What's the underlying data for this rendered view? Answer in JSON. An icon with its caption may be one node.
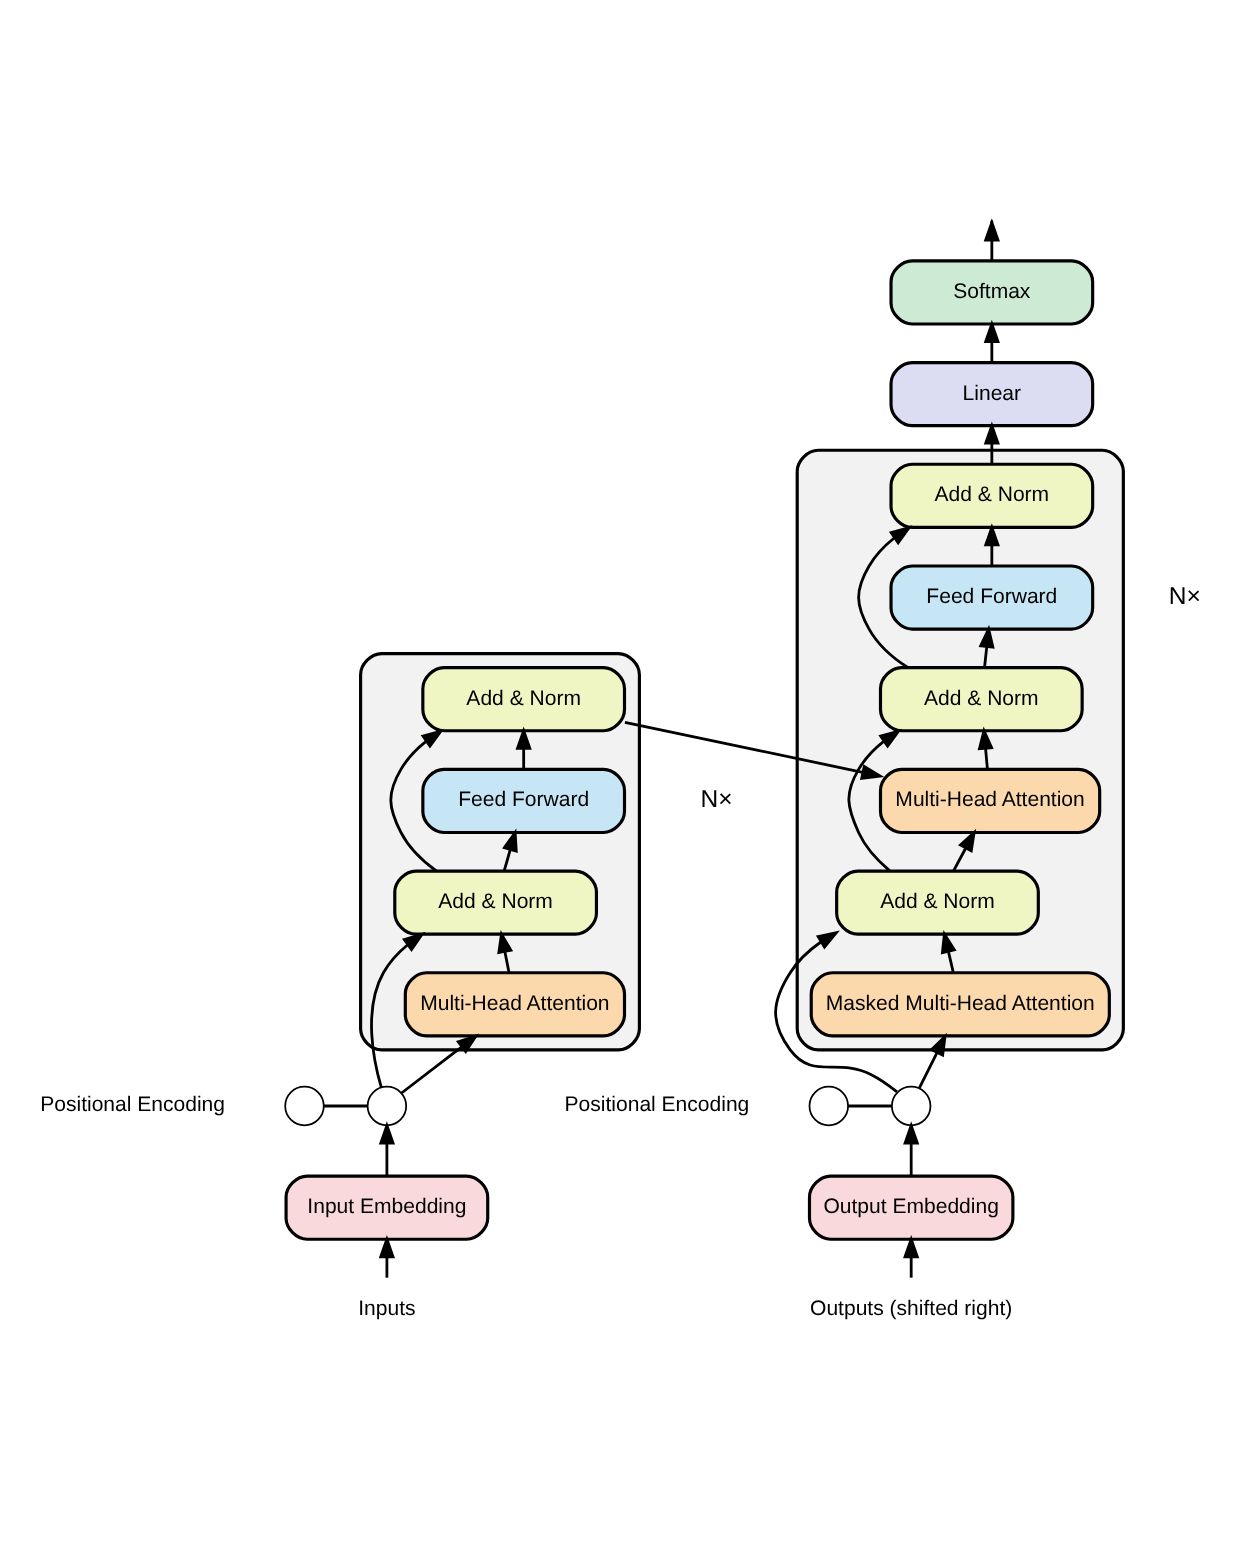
{
  "diagram": {
    "nodes": [
      {
        "text": [],
        "shape": "box",
        "beside": [
          "N×"
        ]
      },
      {
        "text": [],
        "shape": "box",
        "beside": [
          "N×"
        ]
      },
      {
        "text": [
          "Add & Norm"
        ],
        "in": 0
      },
      {
        "text": [
          "Feed Forward"
        ],
        "in": 0
      },
      {
        "text": [
          "Add & Norm"
        ],
        "in": 0
      },
      {
        "text": [
          "Multi-Head Attention"
        ],
        "in": 0
      },
      {
        "text": [
          "Add & Norm"
        ],
        "in": 1
      },
      {
        "text": [
          "Feed Forward"
        ],
        "in": 1
      },
      {
        "text": [
          "Add & Norm"
        ],
        "in": 1
      },
      {
        "text": [
          "Multi-Head Attention"
        ],
        "in": 1
      },
      {
        "text": [
          "Add & Norm"
        ],
        "in": 1
      },
      {
        "text": [
          "Masked Multi-Head Attention"
        ],
        "in": 1
      },
      {
        "text": [
          "Softmax"
        ]
      },
      {
        "text": [
          "Linear"
        ]
      },
      {
        "text": [
          "Input Embedding"
        ]
      },
      {
        "text": [
          "Output Embedding"
        ]
      },
      {
        "text": [],
        "shape": "circle",
        "beside": [
          "Positional Encoding"
        ]
      },
      {
        "text": [],
        "shape": "circle"
      },
      {
        "text": [],
        "shape": "circle"
      },
      {
        "text": [],
        "shape": "circle",
        "beside": [
          "Positional Encoding"
        ]
      },
      {
        "text": [
          "Inputs"
        ]
      },
      {
        "text": [
          "Outputs (shifted right)"
        ]
      }
    ],
    "edges": [
      {
        "from": 20,
        "to": 14,
        "arrow": "to"
      },
      {
        "from": 14,
        "to": 17,
        "arrow": "to"
      },
      {
        "from": 16,
        "to": 17,
        "arrow": "none"
      },
      {
        "from": 17,
        "to": 5,
        "arrow": "to"
      },
      {
        "from": 17,
        "to": 4,
        "arrow": "to"
      },
      {
        "from": 5,
        "to": 4,
        "arrow": "to"
      },
      {
        "from": 4,
        "to": 3,
        "arrow": "to"
      },
      {
        "from": 4,
        "to": 2,
        "arrow": "to"
      },
      {
        "from": 3,
        "to": 2,
        "arrow": "to"
      },
      {
        "from": 2,
        "to": 9,
        "arrow": "to"
      },
      {
        "from": 21,
        "to": 15,
        "arrow": "to"
      },
      {
        "from": 15,
        "to": 18,
        "arrow": "to"
      },
      {
        "from": 19,
        "to": 18,
        "arrow": "none"
      },
      {
        "from": 18,
        "to": 11,
        "arrow": "to"
      },
      {
        "from": 18,
        "to": 10,
        "arrow": "to"
      },
      {
        "from": 11,
        "to": 10,
        "arrow": "to"
      },
      {
        "from": 10,
        "to": 9,
        "arrow": "to"
      },
      {
        "from": 10,
        "to": 8,
        "arrow": "to"
      },
      {
        "from": 9,
        "to": 8,
        "arrow": "to"
      },
      {
        "from": 8,
        "to": 7,
        "arrow": "to"
      },
      {
        "from": 8,
        "to": 6,
        "arrow": "to"
      },
      {
        "from": 7,
        "to": 6,
        "arrow": "to"
      },
      {
        "from": 6,
        "to": 13,
        "arrow": "to"
      },
      {
        "from": 13,
        "to": 12,
        "arrow": "to"
      },
      {
        "from": 12,
        "to": null,
        "arrow": "to"
      }
    ]
  }
}
